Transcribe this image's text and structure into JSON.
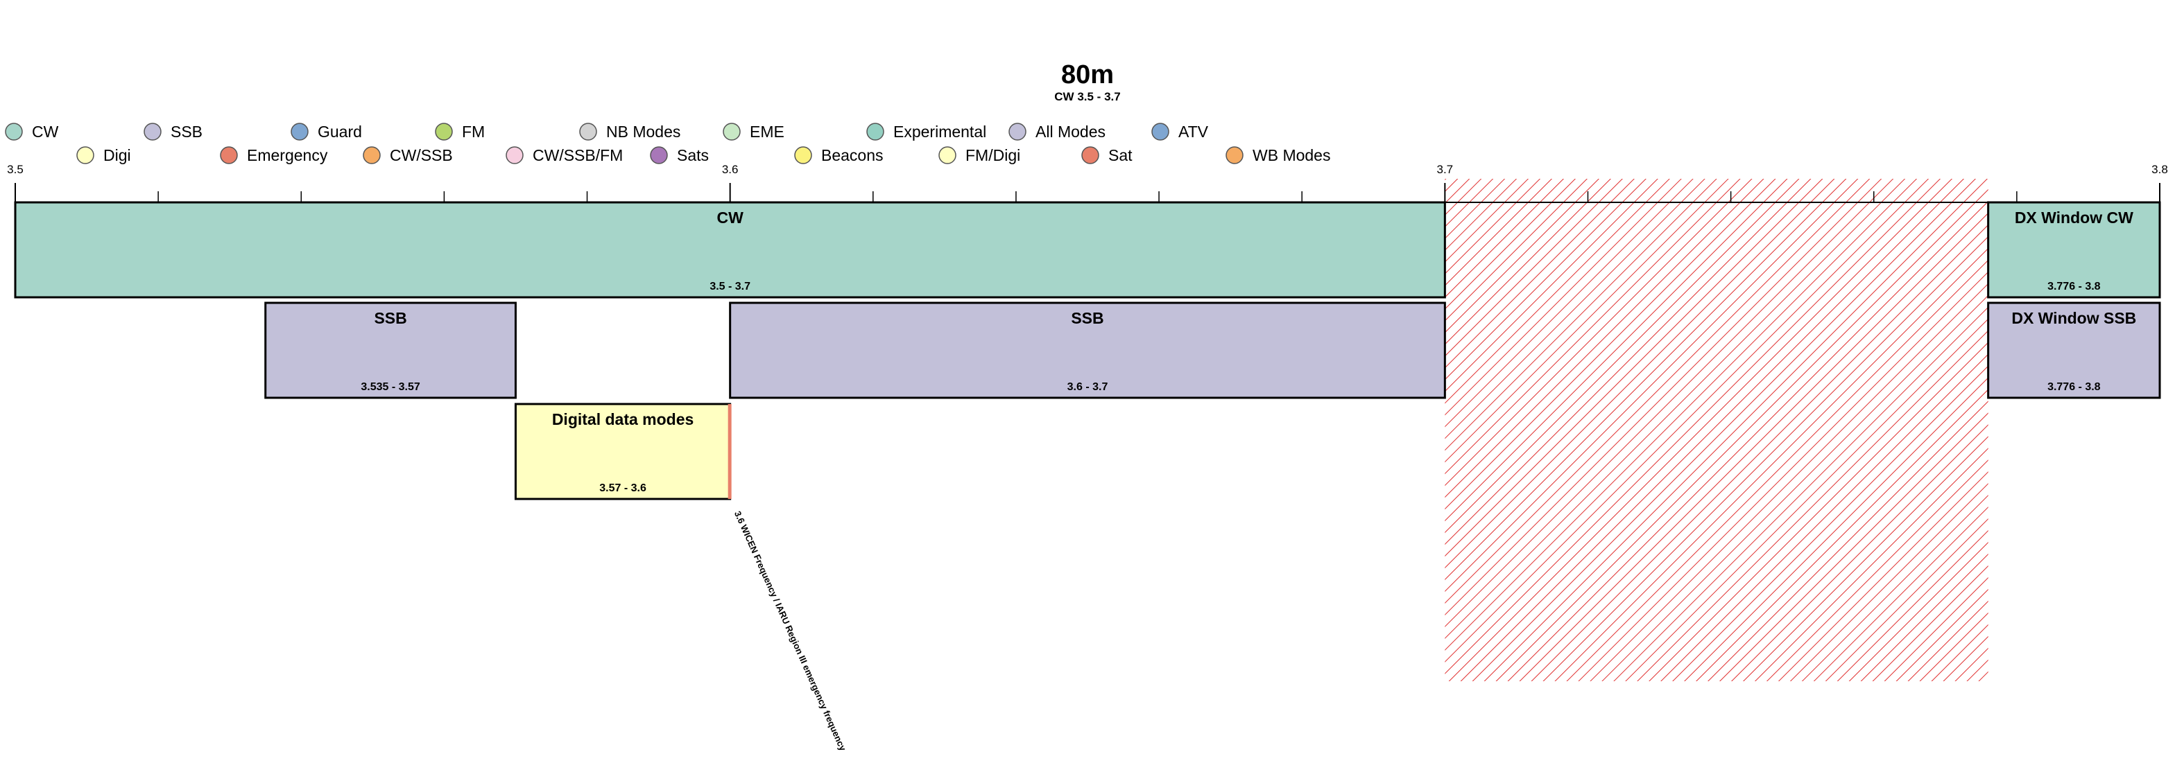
{
  "header": {
    "title": "80m",
    "subtitle": "CW 3.5 - 3.7"
  },
  "legend": [
    {
      "label": "CW",
      "color": "#a6d5c9"
    },
    {
      "label": "SSB",
      "color": "#c2c0d9"
    },
    {
      "label": "Guard",
      "color": "#7fa6d1"
    },
    {
      "label": "FM",
      "color": "#b5d66e"
    },
    {
      "label": "NB Modes",
      "color": "#d3d3d3"
    },
    {
      "label": "EME",
      "color": "#c8e8c5"
    },
    {
      "label": "Experimental",
      "color": "#94d0c2"
    },
    {
      "label": "All Modes",
      "color": "#c2c0d9"
    },
    {
      "label": "ATV",
      "color": "#7fa6d1"
    },
    {
      "label": "Digi",
      "color": "#ffffc2"
    },
    {
      "label": "Emergency",
      "color": "#e8806a"
    },
    {
      "label": "CW/SSB",
      "color": "#f5ab63"
    },
    {
      "label": "CW/SSB/FM",
      "color": "#f7cfe0"
    },
    {
      "label": "Sats",
      "color": "#a877b8"
    },
    {
      "label": "Beacons",
      "color": "#fbf27e"
    },
    {
      "label": "FM/Digi",
      "color": "#ffffc2"
    },
    {
      "label": "Sat",
      "color": "#e8806a"
    },
    {
      "label": "WB Modes",
      "color": "#f5ab63"
    }
  ],
  "chart_data": {
    "type": "band-plan",
    "title": "80m",
    "subtitle": "CW 3.5 - 3.7",
    "xlim": [
      3.5,
      3.8
    ],
    "major_tick_labels": [
      "3.5",
      "3.6",
      "3.7",
      "3.8"
    ],
    "minor_tick_step": 0.02,
    "segments": [
      {
        "label": "CW",
        "range_label": "3.5 - 3.7",
        "start": 3.5,
        "end": 3.7,
        "row": 0,
        "mode": "CW"
      },
      {
        "label": "DX Window CW",
        "range_label": "3.776 - 3.8",
        "start": 3.776,
        "end": 3.8,
        "row": 0,
        "mode": "CW"
      },
      {
        "label": "SSB",
        "range_label": "3.535 - 3.57",
        "start": 3.535,
        "end": 3.57,
        "row": 1,
        "mode": "SSB"
      },
      {
        "label": "SSB",
        "range_label": "3.6 - 3.7",
        "start": 3.6,
        "end": 3.7,
        "row": 1,
        "mode": "SSB"
      },
      {
        "label": "DX Window SSB",
        "range_label": "3.776 - 3.8",
        "start": 3.776,
        "end": 3.8,
        "row": 1,
        "mode": "SSB"
      },
      {
        "label": "Digital data modes",
        "range_label": "3.57 - 3.6",
        "start": 3.57,
        "end": 3.6,
        "row": 2,
        "mode": "Digi"
      }
    ],
    "excluded_ranges": [
      {
        "start": 3.7,
        "end": 3.776,
        "color": "#e03030"
      }
    ],
    "markers": [
      {
        "freq": 3.6,
        "label": "3.6 WICEN Frequency / IARU Region III emergency frequency",
        "color": "#e8806a"
      }
    ],
    "colors": {
      "CW": "#a6d5c9",
      "SSB": "#c2c0d9",
      "Digi": "#ffffc2"
    }
  }
}
